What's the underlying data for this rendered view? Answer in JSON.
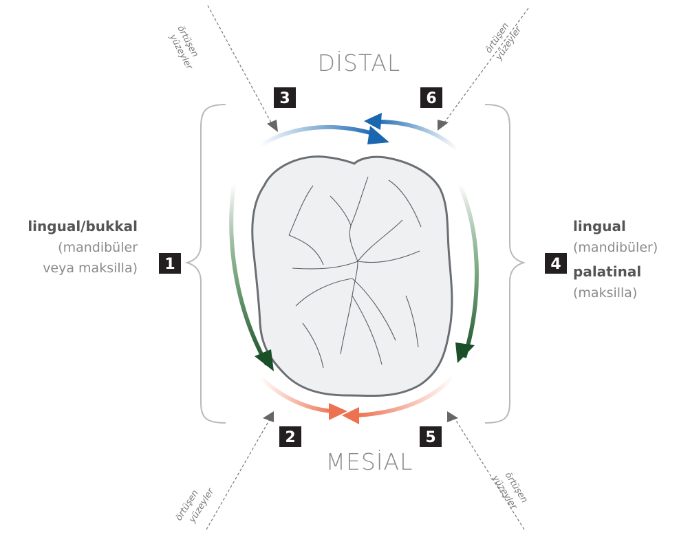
{
  "labels": {
    "distal": "DİSTAL",
    "mesial": "MESİAL",
    "left_bold": "lingual/bukkal",
    "left_line1": "(mandibüler",
    "left_line2": "veya maksilla)",
    "right_bold1": "lingual",
    "right_line1": "(mandibüler)",
    "right_bold2": "palatinal",
    "right_line2": "(maksilla)"
  },
  "overlap": {
    "word1": "örtüşen",
    "word2": "yüzeyler"
  },
  "steps": [
    "1",
    "2",
    "3",
    "4",
    "5",
    "6"
  ],
  "colors": {
    "green": "#1f5a2e",
    "orange": "#ec7250",
    "blue": "#1a67b0",
    "tooth_fill": "#eef0f2",
    "tooth_stroke": "#6b6e72",
    "box": "#231f20"
  }
}
